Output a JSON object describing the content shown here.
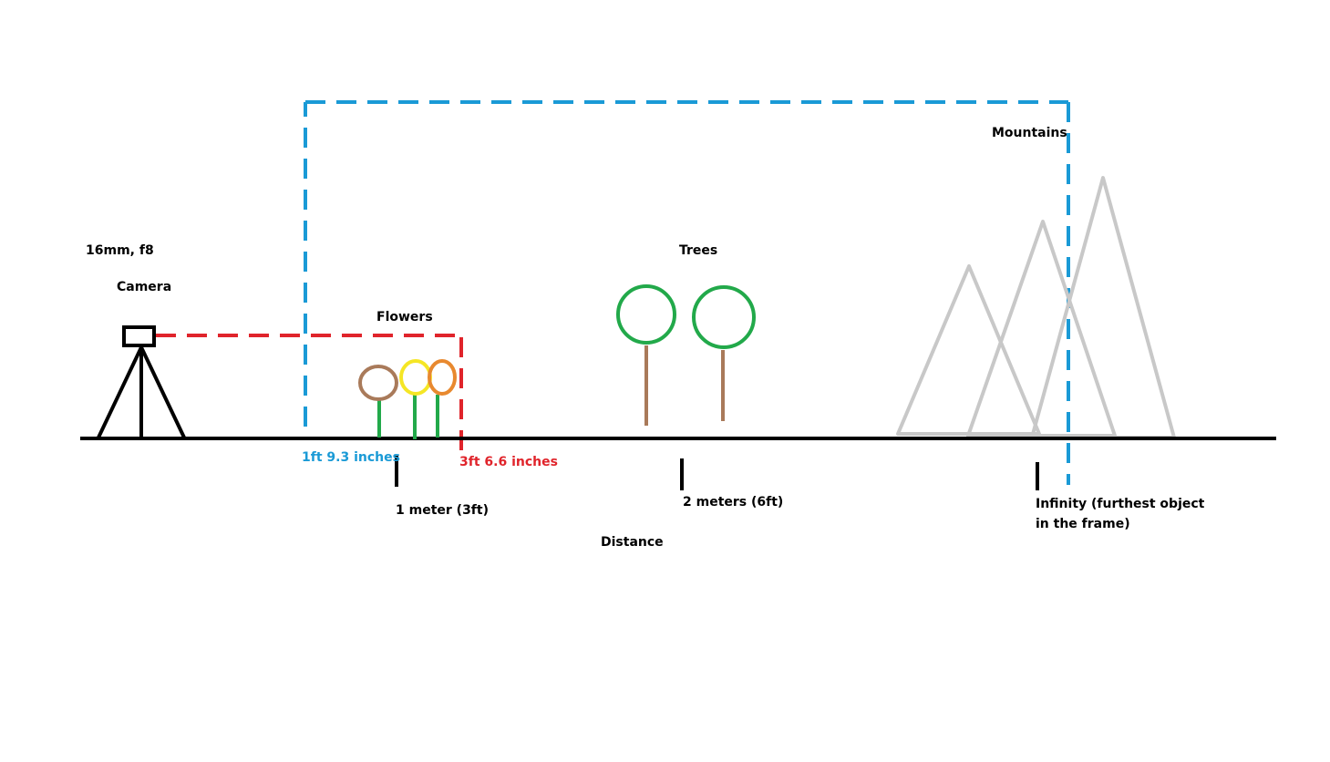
{
  "colors": {
    "ground": "#000000",
    "blue_dash": "#1a9ad6",
    "red_dash": "#e0242b",
    "green": "#22a94a",
    "brown": "#a97a5a",
    "yellow": "#f5e625",
    "orange": "#e8892f",
    "mountain": "#c8c8c8"
  },
  "labels": {
    "lens": "16mm, f8",
    "camera": "Camera",
    "flowers": "Flowers",
    "trees": "Trees",
    "mountains": "Mountains",
    "near_limit": "1ft 9.3 inches",
    "far_limit": "3ft 6.6 inches",
    "one_meter": "1 meter (3ft)",
    "two_meters": "2 meters (6ft)",
    "infinity_line1": "Infinity (furthest object",
    "infinity_line2": "in the frame)",
    "axis": "Distance"
  }
}
